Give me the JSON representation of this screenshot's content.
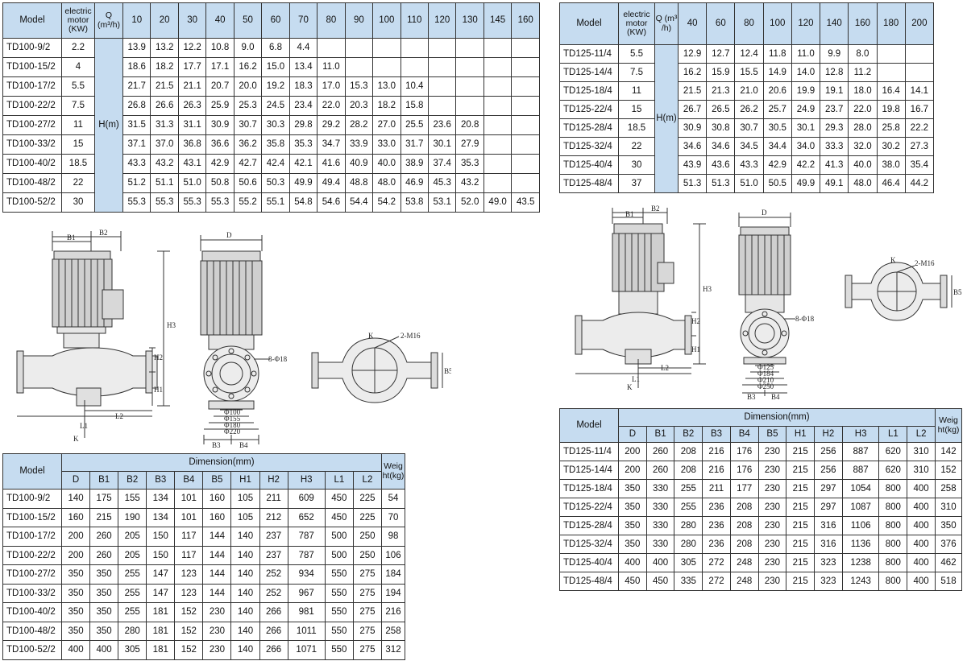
{
  "perf100": {
    "head": {
      "model": "Model",
      "motor": "electric motor (KW)",
      "q": "Q (m³/h)",
      "h": "H(m)"
    },
    "q": [
      "10",
      "20",
      "30",
      "40",
      "50",
      "60",
      "70",
      "80",
      "90",
      "100",
      "110",
      "120",
      "130",
      "145",
      "160"
    ],
    "rows": [
      {
        "model": "TD100-9/2",
        "kw": "2.2",
        "v": [
          "13.9",
          "13.2",
          "12.2",
          "10.8",
          "9.0",
          "6.8",
          "4.4",
          "",
          "",
          "",
          "",
          "",
          "",
          "",
          ""
        ]
      },
      {
        "model": "TD100-15/2",
        "kw": "4",
        "v": [
          "18.6",
          "18.2",
          "17.7",
          "17.1",
          "16.2",
          "15.0",
          "13.4",
          "11.0",
          "",
          "",
          "",
          "",
          "",
          "",
          ""
        ]
      },
      {
        "model": "TD100-17/2",
        "kw": "5.5",
        "v": [
          "21.7",
          "21.5",
          "21.1",
          "20.7",
          "20.0",
          "19.2",
          "18.3",
          "17.0",
          "15.3",
          "13.0",
          "10.4",
          "",
          "",
          "",
          ""
        ]
      },
      {
        "model": "TD100-22/2",
        "kw": "7.5",
        "v": [
          "26.8",
          "26.6",
          "26.3",
          "25.9",
          "25.3",
          "24.5",
          "23.4",
          "22.0",
          "20.3",
          "18.2",
          "15.8",
          "",
          "",
          "",
          ""
        ]
      },
      {
        "model": "TD100-27/2",
        "kw": "11",
        "v": [
          "31.5",
          "31.3",
          "31.1",
          "30.9",
          "30.7",
          "30.3",
          "29.8",
          "29.2",
          "28.2",
          "27.0",
          "25.5",
          "23.6",
          "20.8",
          "",
          ""
        ]
      },
      {
        "model": "TD100-33/2",
        "kw": "15",
        "v": [
          "37.1",
          "37.0",
          "36.8",
          "36.6",
          "36.2",
          "35.8",
          "35.3",
          "34.7",
          "33.9",
          "33.0",
          "31.7",
          "30.1",
          "27.9",
          "",
          ""
        ]
      },
      {
        "model": "TD100-40/2",
        "kw": "18.5",
        "v": [
          "43.3",
          "43.2",
          "43.1",
          "42.9",
          "42.7",
          "42.4",
          "42.1",
          "41.6",
          "40.9",
          "40.0",
          "38.9",
          "37.4",
          "35.3",
          "",
          ""
        ]
      },
      {
        "model": "TD100-48/2",
        "kw": "22",
        "v": [
          "51.2",
          "51.1",
          "51.0",
          "50.8",
          "50.6",
          "50.3",
          "49.9",
          "49.4",
          "48.8",
          "48.0",
          "46.9",
          "45.3",
          "43.2",
          "",
          ""
        ]
      },
      {
        "model": "TD100-52/2",
        "kw": "30",
        "v": [
          "55.3",
          "55.3",
          "55.3",
          "55.3",
          "55.2",
          "55.1",
          "54.8",
          "54.6",
          "54.4",
          "54.2",
          "53.8",
          "53.1",
          "52.0",
          "49.0",
          "43.5"
        ]
      }
    ]
  },
  "perf125": {
    "head": {
      "model": "Model",
      "motor": "electric motor (KW)",
      "q": "Q (m³ /h)",
      "h": "H(m)"
    },
    "q": [
      "40",
      "60",
      "80",
      "100",
      "120",
      "140",
      "160",
      "180",
      "200"
    ],
    "rows": [
      {
        "model": "TD125-11/4",
        "kw": "5.5",
        "v": [
          "12.9",
          "12.7",
          "12.4",
          "11.8",
          "11.0",
          "9.9",
          "8.0",
          "",
          ""
        ]
      },
      {
        "model": "TD125-14/4",
        "kw": "7.5",
        "v": [
          "16.2",
          "15.9",
          "15.5",
          "14.9",
          "14.0",
          "12.8",
          "11.2",
          "",
          ""
        ]
      },
      {
        "model": "TD125-18/4",
        "kw": "11",
        "v": [
          "21.5",
          "21.3",
          "21.0",
          "20.6",
          "19.9",
          "19.1",
          "18.0",
          "16.4",
          "14.1"
        ]
      },
      {
        "model": "TD125-22/4",
        "kw": "15",
        "v": [
          "26.7",
          "26.5",
          "26.2",
          "25.7",
          "24.9",
          "23.7",
          "22.0",
          "19.8",
          "16.7"
        ]
      },
      {
        "model": "TD125-28/4",
        "kw": "18.5",
        "v": [
          "30.9",
          "30.8",
          "30.7",
          "30.5",
          "30.1",
          "29.3",
          "28.0",
          "25.8",
          "22.2"
        ]
      },
      {
        "model": "TD125-32/4",
        "kw": "22",
        "v": [
          "34.6",
          "34.6",
          "34.5",
          "34.4",
          "34.0",
          "33.3",
          "32.0",
          "30.2",
          "27.3"
        ]
      },
      {
        "model": "TD125-40/4",
        "kw": "30",
        "v": [
          "43.9",
          "43.6",
          "43.3",
          "42.9",
          "42.2",
          "41.3",
          "40.0",
          "38.0",
          "35.4"
        ]
      },
      {
        "model": "TD125-48/4",
        "kw": "37",
        "v": [
          "51.3",
          "51.3",
          "51.0",
          "50.5",
          "49.9",
          "49.1",
          "48.0",
          "46.4",
          "44.2"
        ]
      }
    ]
  },
  "dim100": {
    "head": {
      "model": "Model",
      "dimension": "Dimension(mm)",
      "weight": "Weig ht(kg)"
    },
    "cols": [
      "D",
      "B1",
      "B2",
      "B3",
      "B4",
      "B5",
      "H1",
      "H2",
      "H3",
      "L1",
      "L2"
    ],
    "rows": [
      {
        "model": "TD100-9/2",
        "v": [
          "140",
          "175",
          "155",
          "134",
          "101",
          "160",
          "105",
          "211",
          "609",
          "450",
          "225"
        ],
        "w": "54"
      },
      {
        "model": "TD100-15/2",
        "v": [
          "160",
          "215",
          "190",
          "134",
          "101",
          "160",
          "105",
          "212",
          "652",
          "450",
          "225"
        ],
        "w": "70"
      },
      {
        "model": "TD100-17/2",
        "v": [
          "200",
          "260",
          "205",
          "150",
          "117",
          "144",
          "140",
          "237",
          "787",
          "500",
          "250"
        ],
        "w": "98"
      },
      {
        "model": "TD100-22/2",
        "v": [
          "200",
          "260",
          "205",
          "150",
          "117",
          "144",
          "140",
          "237",
          "787",
          "500",
          "250"
        ],
        "w": "106"
      },
      {
        "model": "TD100-27/2",
        "v": [
          "350",
          "350",
          "255",
          "147",
          "123",
          "144",
          "140",
          "252",
          "934",
          "550",
          "275"
        ],
        "w": "184"
      },
      {
        "model": "TD100-33/2",
        "v": [
          "350",
          "350",
          "255",
          "147",
          "123",
          "144",
          "140",
          "252",
          "967",
          "550",
          "275"
        ],
        "w": "194"
      },
      {
        "model": "TD100-40/2",
        "v": [
          "350",
          "350",
          "255",
          "181",
          "152",
          "230",
          "140",
          "266",
          "981",
          "550",
          "275"
        ],
        "w": "216"
      },
      {
        "model": "TD100-48/2",
        "v": [
          "350",
          "350",
          "280",
          "181",
          "152",
          "230",
          "140",
          "266",
          "1011",
          "550",
          "275"
        ],
        "w": "258"
      },
      {
        "model": "TD100-52/2",
        "v": [
          "400",
          "400",
          "305",
          "181",
          "152",
          "230",
          "140",
          "266",
          "1071",
          "550",
          "275"
        ],
        "w": "312"
      }
    ]
  },
  "dim125": {
    "head": {
      "model": "Model",
      "dimension": "Dimension(mm)",
      "weight": "Weig ht(kg)"
    },
    "cols": [
      "D",
      "B1",
      "B2",
      "B3",
      "B4",
      "B5",
      "H1",
      "H2",
      "H3",
      "L1",
      "L2"
    ],
    "rows": [
      {
        "model": "TD125-11/4",
        "v": [
          "200",
          "260",
          "208",
          "216",
          "176",
          "230",
          "215",
          "256",
          "887",
          "620",
          "310"
        ],
        "w": "142"
      },
      {
        "model": "TD125-14/4",
        "v": [
          "200",
          "260",
          "208",
          "216",
          "176",
          "230",
          "215",
          "256",
          "887",
          "620",
          "310"
        ],
        "w": "152"
      },
      {
        "model": "TD125-18/4",
        "v": [
          "350",
          "330",
          "255",
          "211",
          "177",
          "230",
          "215",
          "297",
          "1054",
          "800",
          "400"
        ],
        "w": "258"
      },
      {
        "model": "TD125-22/4",
        "v": [
          "350",
          "330",
          "255",
          "236",
          "208",
          "230",
          "215",
          "297",
          "1087",
          "800",
          "400"
        ],
        "w": "310"
      },
      {
        "model": "TD125-28/4",
        "v": [
          "350",
          "330",
          "280",
          "236",
          "208",
          "230",
          "215",
          "316",
          "1106",
          "800",
          "400"
        ],
        "w": "350"
      },
      {
        "model": "TD125-32/4",
        "v": [
          "350",
          "330",
          "280",
          "236",
          "208",
          "230",
          "215",
          "316",
          "1136",
          "800",
          "400"
        ],
        "w": "376"
      },
      {
        "model": "TD125-40/4",
        "v": [
          "400",
          "400",
          "305",
          "272",
          "248",
          "230",
          "215",
          "323",
          "1238",
          "800",
          "400"
        ],
        "w": "462"
      },
      {
        "model": "TD125-48/4",
        "v": [
          "450",
          "450",
          "335",
          "272",
          "248",
          "230",
          "215",
          "323",
          "1243",
          "800",
          "400"
        ],
        "w": "518"
      }
    ]
  },
  "drawings": {
    "labels": {
      "b1": "B1",
      "b2": "B2",
      "d": "D",
      "h1": "H1",
      "h2": "H2",
      "h3": "H3",
      "l1": "L1",
      "l2": "L2",
      "k": "K",
      "b3": "B3",
      "b4": "B4",
      "b5": "B5"
    },
    "td100": {
      "holes": "8-Φ18",
      "bolt": "2-M16",
      "d1": "Φ100",
      "d2": "Φ155",
      "d3": "Φ180",
      "d4": "Φ220"
    },
    "td125": {
      "holes": "8-Φ18",
      "bolt": "2-M16",
      "d1": "Φ125",
      "d2": "Φ184",
      "d3": "Φ210",
      "d4": "Φ250"
    }
  },
  "colors": {
    "header_bg": "#c6dcf0",
    "line": "#333333"
  }
}
